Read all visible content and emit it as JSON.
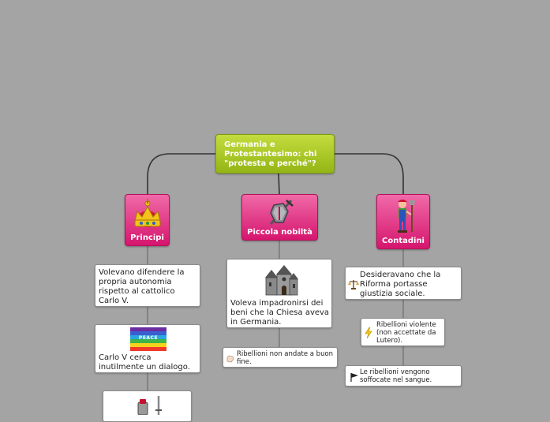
{
  "root": {
    "title": "Germania e Protestantesimo: chi \"protesta e perché\"?"
  },
  "branches": {
    "principi": {
      "label": "Principi",
      "icon": "crown-icon"
    },
    "piccola_nobilta": {
      "label": "Piccola nobiltà",
      "icon": "shield-sword-icon"
    },
    "contadini": {
      "label": "Contadini",
      "icon": "farmer-icon"
    }
  },
  "principi_notes": [
    {
      "text": "Volevano difendere la propria autonomia rispetto al cattolico Carlo V."
    },
    {
      "text": "Carlo V cerca inutilmente un dialogo.",
      "image_text": "PEACE",
      "icon": "peace-flag-icon"
    },
    {
      "icon": "armor-sword-icon"
    }
  ],
  "nobilta_notes": [
    {
      "text": "Voleva impadronirsi dei beni che la Chiesa aveva in Germania.",
      "icon": "church-icon"
    },
    {
      "text": "Ribellioni non andate a buon fine.",
      "icon": "hand-icon"
    }
  ],
  "contadini_notes": [
    {
      "text": "Desideravano che la Riforma portasse giustizia sociale.",
      "icon": "scales-icon"
    },
    {
      "text": "Ribellioni violente (non accettate da Lutero).",
      "icon": "lightning-icon"
    },
    {
      "text": "Le ribellioni vengono soffocate nel sangue.",
      "icon": "flag-icon"
    }
  ],
  "colors": {
    "background": "#a4a4a4",
    "root": "#aac82a",
    "branch": "#e23a88",
    "connector": "#3a3a3a"
  }
}
